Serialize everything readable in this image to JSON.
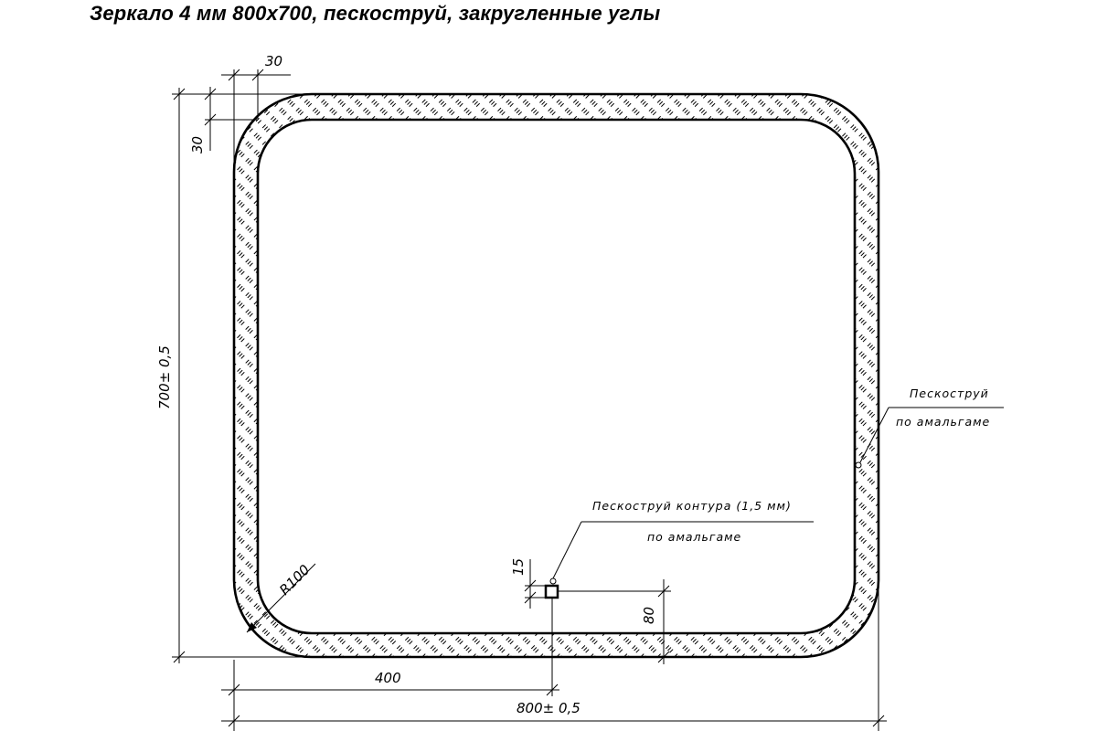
{
  "title": "Зеркало 4 мм 800х700, пескоструй, закругленные углы",
  "dimensions": {
    "top_offset": "30",
    "left_offset": "30",
    "height": "700± 0,5",
    "width": "800± 0,5",
    "half_width": "400",
    "radius": "R100",
    "mark_size": "15",
    "mark_height": "80"
  },
  "notes": {
    "border_line1": "Пескоструй",
    "border_line2": "по амальгаме",
    "contour_line1": "Пескоструй контура (1,5 мм)",
    "contour_line2": "по амальгаме"
  }
}
